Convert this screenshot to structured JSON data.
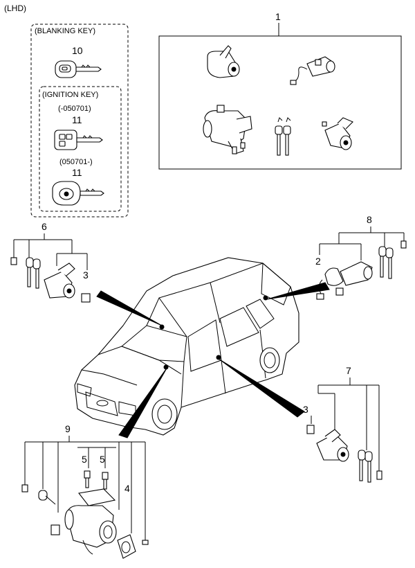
{
  "header": {
    "variant_label": "(LHD)"
  },
  "blanking_key": {
    "title": "(BLANKING KEY)",
    "part_no": "10"
  },
  "ignition_key": {
    "title": "(IGNITION KEY)",
    "range_a": "(-050701)",
    "part_no_a": "11",
    "range_b": "(050701-)",
    "part_no_b": "11"
  },
  "callouts": {
    "lock_set": "1",
    "door_lock_left": "6",
    "door_lock_left_sub": "3",
    "tailgate_lock": "8",
    "tailgate_lock_sub": "2",
    "door_lock_right": "7",
    "door_lock_right_sub": "3",
    "ignition_lock": "9",
    "bolt_a": "5",
    "bolt_b": "5",
    "ignition_sub": "4"
  }
}
